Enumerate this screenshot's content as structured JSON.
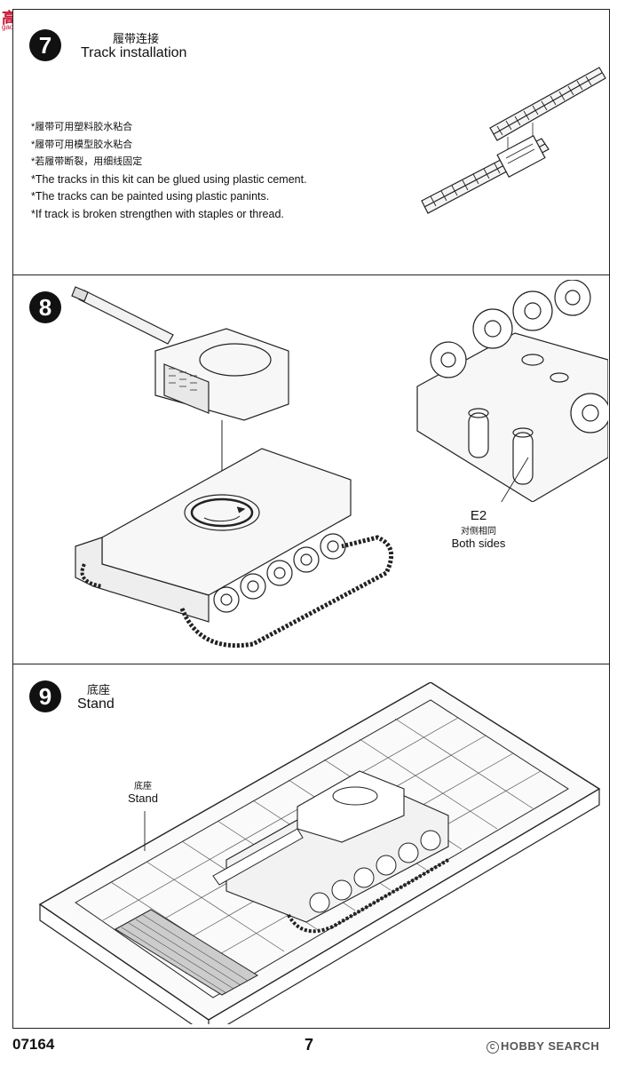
{
  "watermark": {
    "main": "高手网",
    "sub": "gao-shou.com"
  },
  "step7": {
    "number": "7",
    "title_cn": "履带连接",
    "title_en": "Track installation",
    "notes": [
      "*履带可用塑料胶水粘合",
      "*履带可用模型胶水粘合",
      "*若履带断裂，用细线固定",
      "*The tracks in this kit can be glued using plastic cement.",
      "*The tracks can be painted using plastic panints.",
      "*If track is broken strengthen with staples or thread."
    ]
  },
  "step8": {
    "number": "8",
    "part": "E2",
    "label_cn": "对侧相同",
    "label_en": "Both sides"
  },
  "step9": {
    "number": "9",
    "title_cn": "底座",
    "title_en": "Stand",
    "callout_cn": "底座",
    "callout_en": "Stand"
  },
  "footer": {
    "code": "07164",
    "page": "7",
    "brand": "HOBBY SEARCH",
    "brand_mark": "C"
  }
}
